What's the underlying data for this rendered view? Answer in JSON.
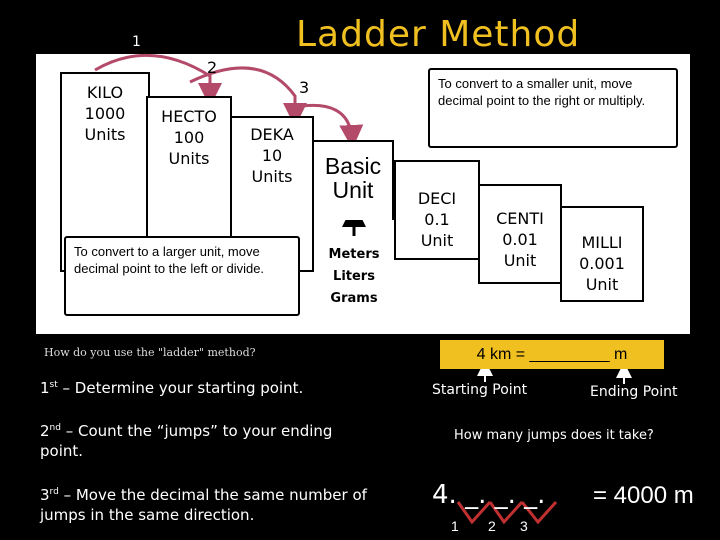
{
  "title": "Ladder Method",
  "ladder": {
    "jump_numbers": [
      "1",
      "2",
      "3"
    ],
    "kilo": [
      "KILO",
      "1000",
      "Units"
    ],
    "hecto": [
      "HECTO",
      "100",
      "Units"
    ],
    "deka": [
      "DEKA",
      "10",
      "Units"
    ],
    "basic": [
      "Basic",
      "Unit"
    ],
    "basic_units": [
      "Meters",
      "Liters",
      "Grams"
    ],
    "deci": [
      "DECI",
      "0.1",
      "Unit"
    ],
    "centi": [
      "CENTI",
      "0.01",
      "Unit"
    ],
    "milli": [
      "MILLI",
      "0.001",
      "Unit"
    ],
    "note_smaller": [
      "To convert to a smaller unit, move",
      "decimal point to the right or multiply."
    ],
    "note_larger": [
      "To convert to a larger unit, move",
      "decimal point to the left or divide."
    ]
  },
  "question": "How do you use the \"ladder\" method?",
  "steps": [
    {
      "ord": "1",
      "sup": "st",
      "text": " – Determine your starting point."
    },
    {
      "ord": "2",
      "sup": "nd",
      "text": " – Count the “jumps” to your ending point."
    },
    {
      "ord": "3",
      "sup": "rd",
      "text": " – Move the decimal the same number of jumps in the same direction."
    }
  ],
  "example": {
    "problem": "4 km = _________ m",
    "starting_label": "Starting Point",
    "ending_label": "Ending Point",
    "jumps_question": "How many jumps does it take?",
    "answer_left": "4. _. _. _.",
    "answer_right": "= 4000 m",
    "jump_labels": [
      "1",
      "2",
      "3"
    ]
  },
  "colors": {
    "title": "#f0c020",
    "arrow": "#b44a6a",
    "problem_bg": "#f0c020",
    "background": "#000000",
    "panel": "#ffffff"
  }
}
